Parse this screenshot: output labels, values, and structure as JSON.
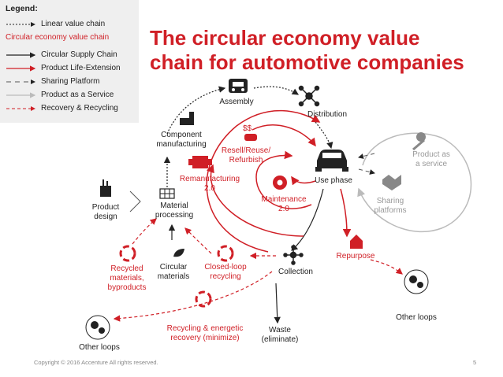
{
  "title_line1": "The circular economy value",
  "title_line2": "chain for automotive companies",
  "legend": {
    "title": "Legend:",
    "linear": "Linear value chain",
    "subtitle": "Circular economy value chain",
    "items": [
      "Circular Supply Chain",
      "Product Life-Extension",
      "Sharing Platform",
      "Product as a Service",
      "Recovery & Recycling"
    ]
  },
  "nodes": {
    "assembly": "Assembly",
    "distribution": "Distribution",
    "component": "Component\nmanufacturing",
    "resell": "Resell/Reuse/\nRefurbish",
    "use_phase": "Use phase",
    "product_service": "Product as\na service",
    "remanufacturing": "Remanufacturing\n2.0",
    "maintenance": "Maintenance\n2.0",
    "sharing": "Sharing\nplatforms",
    "product_design": "Product\ndesign",
    "material": "Material\nprocessing",
    "repurpose": "Repurpose",
    "recycled": "Recycled\nmaterials,\nbyproducts",
    "circular_materials": "Circular\nmaterials",
    "closed_loop": "Closed-loop\nrecycling",
    "collection": "Collection",
    "other_loops_right": "Other loops",
    "other_loops_left": "Other loops",
    "recycling_energetic": "Recycling & energetic\nrecovery (minimize)",
    "waste": "Waste\n(eliminate)"
  },
  "footer": "Copyright © 2016 Accenture  All rights reserved.",
  "page_number": "5",
  "colors": {
    "red": "#d01f26",
    "grey": "#aaaaaa",
    "dark": "#222222"
  }
}
